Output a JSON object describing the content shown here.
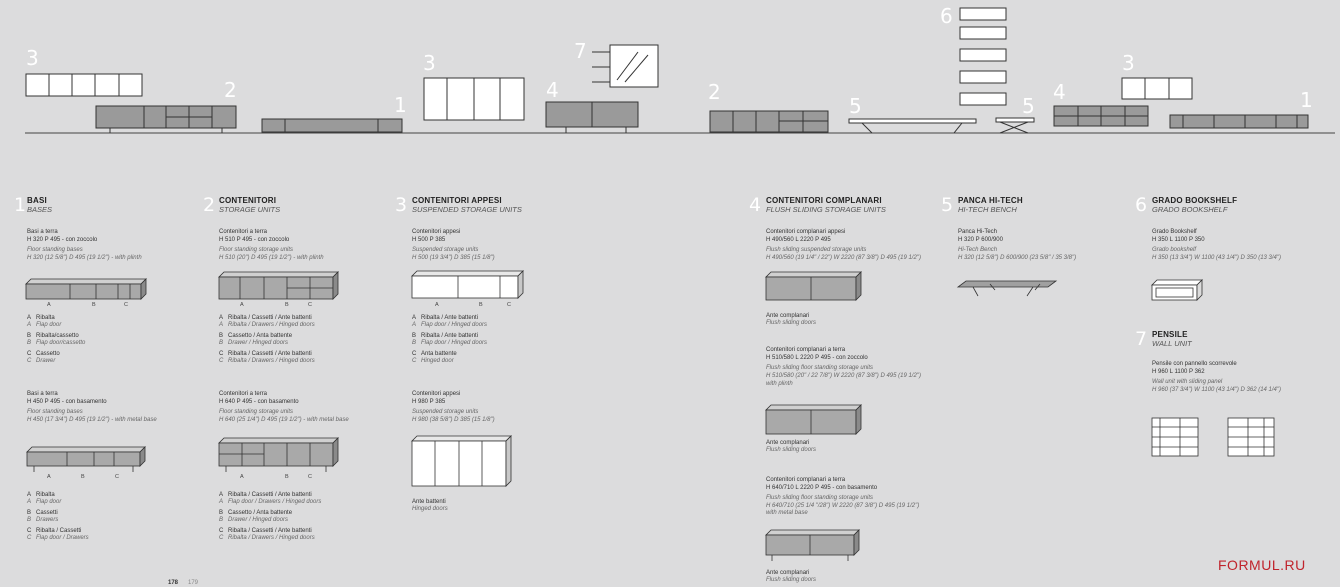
{
  "hero": {
    "numbers": [
      "3",
      "2",
      "1",
      "3",
      "7",
      "4",
      "2",
      "5",
      "6",
      "5",
      "4",
      "3",
      "1"
    ]
  },
  "sections": {
    "s1": {
      "num": "1",
      "title": "BASI",
      "subtitle": "BASES",
      "a_title": "Basi a terra",
      "a_dims": "H 320 P 495 - con zoccolo",
      "a_en": "Floor standing bases",
      "a_en_dims": "H 320 (12 5/8\") D 495 (19 1/2\") - with plinth",
      "a_cols": [
        "A",
        "B",
        "C"
      ],
      "a_legend": [
        [
          "A",
          "Ribalta",
          "Flap door"
        ],
        [
          "B",
          "Ribalta/cassetto",
          "Flap door/cassetto"
        ],
        [
          "C",
          "Cassetto",
          "Drawer"
        ]
      ],
      "b_title": "Basi a terra",
      "b_dims": "H 450 P 495 - con basamento",
      "b_en": "Floor standing bases",
      "b_en_dims": "H 450 (17 3/4\") D 495 (19 1/2\") - with metal base",
      "b_cols": [
        "A",
        "B",
        "C"
      ],
      "b_legend": [
        [
          "A",
          "Ribalta",
          "Flap door"
        ],
        [
          "B",
          "Cassetti",
          "Drawers"
        ],
        [
          "C",
          "Ribalta / Cassetti",
          "Flap door / Drawers"
        ]
      ]
    },
    "s2": {
      "num": "2",
      "title": "CONTENITORI",
      "subtitle": "STORAGE UNITS",
      "a_title": "Contenitori a terra",
      "a_dims": "H 510 P 495 - con zoccolo",
      "a_en": "Floor standing storage units",
      "a_en_dims": "H 510 (20\") D 495 (19 1/2\") - with plinth",
      "a_cols": [
        "A",
        "B",
        "C"
      ],
      "a_legend": [
        [
          "A",
          "Ribalta / Cassetti / Ante battenti",
          "Ribalta / Drawers / Hinged doors"
        ],
        [
          "B",
          "Cassetto / Anta battente",
          "Drawer / Hinged doors"
        ],
        [
          "C",
          "Ribalta / Cassetti / Ante battenti",
          "Ribalta / Drawers / Hinged doors"
        ]
      ],
      "b_title": "Contenitori a terra",
      "b_dims": "H 640 P 495 - con basamento",
      "b_en": "Floor standing storage units",
      "b_en_dims": "H 640 (25 1/4\") D 495 (19 1/2\") - with metal base",
      "b_cols": [
        "A",
        "B",
        "C"
      ],
      "b_legend": [
        [
          "A",
          "Ribalta / Cassetti / Ante battenti",
          "Flap door / Drawers / Hinged doors"
        ],
        [
          "B",
          "Cassetto / Anta battente",
          "Drawer / Hinged doors"
        ],
        [
          "C",
          "Ribalta / Cassetti / Ante battenti",
          "Ribalta / Drawers / Hinged doors"
        ]
      ]
    },
    "s3": {
      "num": "3",
      "title": "CONTENITORI APPESI",
      "subtitle": "SUSPENDED STORAGE UNITS",
      "a_title": "Contenitori appesi",
      "a_dims": "H 500 P 385",
      "a_en": "Suspended storage units",
      "a_en_dims": "H 500 (19 3/4\") D 385 (15 1/8\")",
      "a_cols": [
        "A",
        "B",
        "C"
      ],
      "a_legend": [
        [
          "A",
          "Ribalta / Ante battenti",
          "Flap door / Hinged doors"
        ],
        [
          "B",
          "Ribalta / Ante battenti",
          "Flap door / Hinged doors"
        ],
        [
          "C",
          "Anta battente",
          "Hinged door"
        ]
      ],
      "b_title": "Contenitori appesi",
      "b_dims": "H 980 P 385",
      "b_en": "Suspended storage units",
      "b_en_dims": "H 980 (38 5/8\") D 385 (15 1/8\")",
      "b_caption": "Ante battenti",
      "b_caption_en": "Hinged doors"
    },
    "s4": {
      "num": "4",
      "title": "CONTENITORI COMPLANARI",
      "subtitle": "FLUSH SLIDING STORAGE UNITS",
      "a_title": "Contenitori complanari appesi",
      "a_dims": "H 490/560 L 2220 P 495",
      "a_en": "Flush sliding suspended storage units",
      "a_en_dims": "H 490/560 (19 1/4\" / 22\") W 2220 (87 3/8\") D 495 (19 1/2\")",
      "a_caption": "Ante complanari",
      "a_caption_en": "Flush sliding doors",
      "b_title": "Contenitori complanari a terra",
      "b_dims": "H 510/580 L 2220 P 495 - con zoccolo",
      "b_en": "Flush sliding floor standing storage units",
      "b_en_dims": "H 510/580 (20\" / 22 7/8\") W 2220 (87 3/8\") D 495 (19 1/2\")",
      "b_en_dims2": "with plinth",
      "b_caption": "Ante complanari",
      "b_caption_en": "Flush sliding doors",
      "c_title": "Contenitori complanari a terra",
      "c_dims": "H 640/710 L 2220 P 495 - con basamento",
      "c_en": "Flush sliding floor standing storage units",
      "c_en_dims": "H 640/710 (25 1/4 \"/28\") W 2220 (87 3/8\") D 495 (19 1/2\")",
      "c_en_dims2": "with metal base",
      "c_caption": "Ante complanari",
      "c_caption_en": "Flush sliding doors"
    },
    "s5": {
      "num": "5",
      "title": "PANCA HI-TECH",
      "subtitle": "HI-TECH BENCH",
      "a_title": "Panca Hi-Tech",
      "a_dims": "H 320 P 600/900",
      "a_en": "Hi-Tech Bench",
      "a_en_dims": "H 320 (12 5/8\") D 600/900 (23 5/8\" / 35 3/8\")"
    },
    "s6": {
      "num": "6",
      "title": "GRADO BOOKSHELF",
      "subtitle": "GRADO BOOKSHELF",
      "a_title": "Grado Bookshelf",
      "a_dims": "H 350 L 1100 P 350",
      "a_en": "Grado bookshelf",
      "a_en_dims": "H 350 (13 3/4\") W 1100 (43 1/4\") D 350 (13 3/4\")"
    },
    "s7": {
      "num": "7",
      "title": "PENSILE",
      "subtitle": "WALL UNIT",
      "a_title": "Pensile con pannello scorrevole",
      "a_dims": "H 960 L 1100 P 362",
      "a_en": "Wall unit with sliding panel",
      "a_en_dims": "H 960 (37 3/4\") W 1100 (43 1/4\") D 362 (14 1/4\")"
    }
  },
  "footer": {
    "page": "178",
    "page2": "179"
  },
  "watermark": "FORMUL.RU",
  "colors": {
    "background": "#dcdcdd",
    "numbers": "#ffffff",
    "watermark": "#c0242c"
  }
}
